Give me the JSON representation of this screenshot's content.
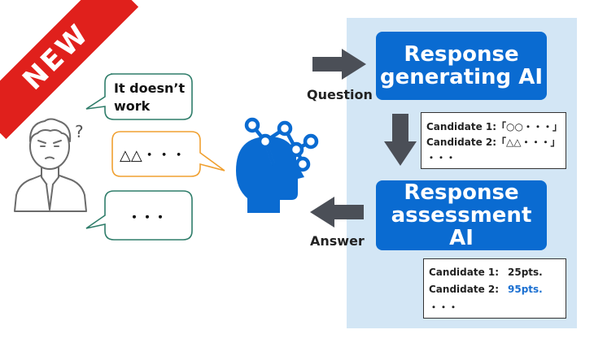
{
  "badge": "NEW",
  "bubbles": {
    "b1_line1": "It doesn’t",
    "b1_line2": "work",
    "b2_text": "△△・・・",
    "b3_text": "・・・"
  },
  "question_mark": "?",
  "flow": {
    "question": "Question",
    "answer": "Answer"
  },
  "generator": {
    "line1": "Response",
    "line2": "generating AI"
  },
  "assessor": {
    "line1": "Response",
    "line2": "assessment AI"
  },
  "candidates": {
    "c1": "Candidate 1:「○○・・・」",
    "c2": "Candidate 2:「△△・・・」",
    "more": "・・・"
  },
  "scores": {
    "c1_label": "Candidate 1:",
    "c1_score": "25pts.",
    "c2_label": "Candidate 2:",
    "c2_score": "95pts.",
    "more": "・・・"
  },
  "colors": {
    "ai_box": "#0a6bd1",
    "panel": "#d3e6f5",
    "badge": "#e0201c",
    "bubble_green": "#2f7d6a",
    "bubble_orange": "#f0a030",
    "arrow": "#4b4f57",
    "highlight_score": "#1a6fd1"
  }
}
